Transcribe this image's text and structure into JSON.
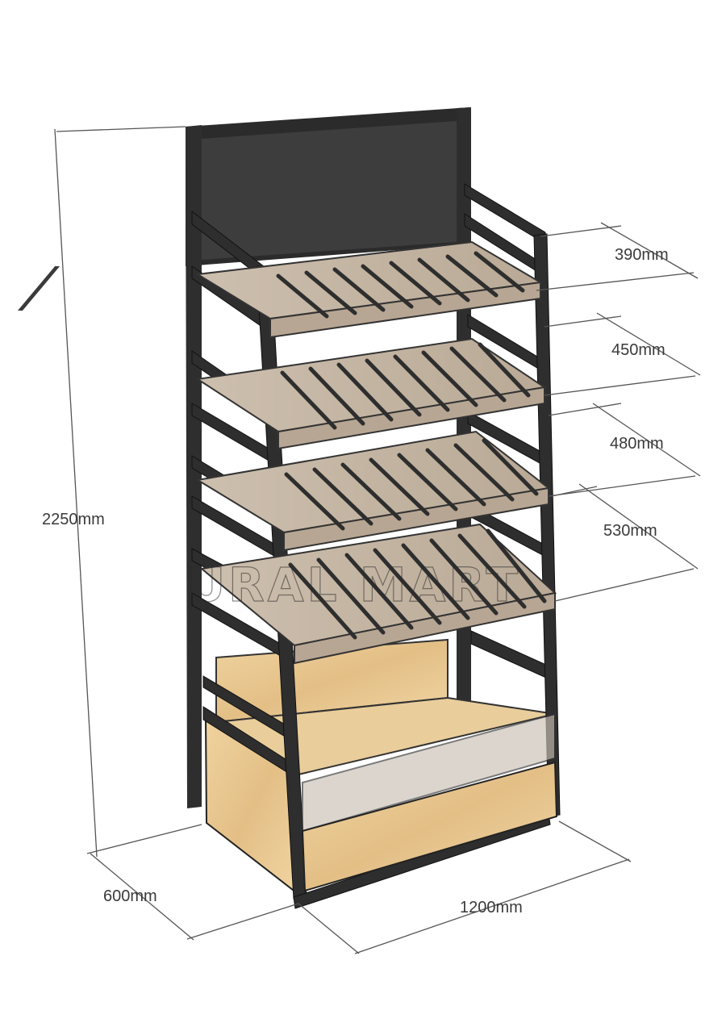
{
  "dimensions": {
    "height": "2250mm",
    "depth": "600mm",
    "width": "1200mm",
    "shelf_1": "390mm",
    "shelf_2": "450mm",
    "shelf_3": "480mm",
    "shelf_4": "530mm"
  },
  "watermark": "URAL MART",
  "colors": {
    "frame": "#2e2e2e",
    "backboard": "#3b3b3b",
    "shelf": "#c7b8a6",
    "wood": "#e7c58f",
    "line": "#555555"
  }
}
